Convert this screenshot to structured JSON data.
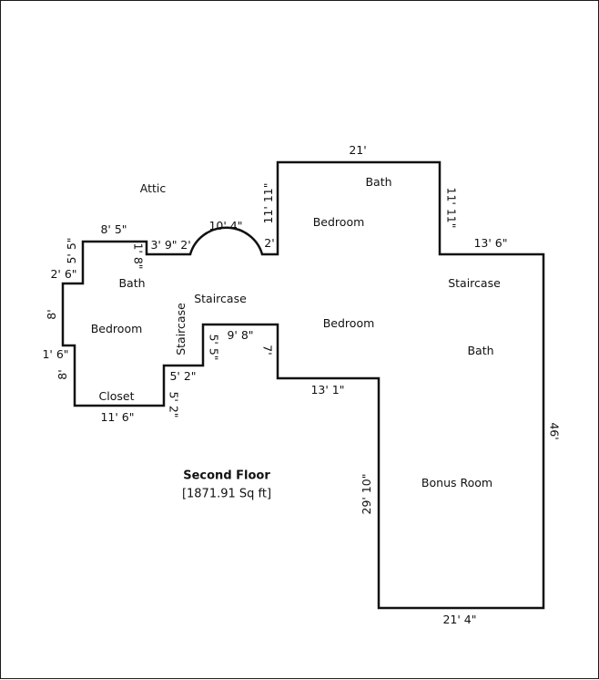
{
  "plan": {
    "title": "Second Floor",
    "area": "[1871.91 Sq ft]"
  },
  "rooms": {
    "attic": "Attic",
    "bath_top": "Bath",
    "bedroom_top": "Bedroom",
    "staircase_right": "Staircase",
    "bath_right": "Bath",
    "bedroom_mid": "Bedroom",
    "bath_left": "Bath",
    "bedroom_left": "Bedroom",
    "staircase_center": "Staircase",
    "staircase_vertical": "Staircase",
    "closet": "Closet",
    "bonus_room": "Bonus Room"
  },
  "dimensions": {
    "top_21": "21'",
    "top_right_11_11": "11' 11\"",
    "top_left_11_11": "11' 11\"",
    "two_ft_right": "2'",
    "arc_10_4": "10' 4\"",
    "seg_3_9": "3' 9\"",
    "seg_2": "2'",
    "seg_1_8": "1' 8\"",
    "seg_8_5": "8' 5\"",
    "seg_5_5_left": "5' 5\"",
    "seg_2_6": "2' 6\"",
    "seg_8_upper": "8'",
    "seg_1_6": "1' 6\"",
    "seg_8_lower": "8'",
    "seg_11_6": "11' 6\"",
    "seg_5_2_vert": "5' 2\"",
    "seg_5_2_horiz": "5' 2\"",
    "seg_5_5_mid": "5' 5\"",
    "seg_9_8": "9' 8\"",
    "seg_7": "7'",
    "seg_13_1": "13' 1\"",
    "seg_13_6": "13' 6\"",
    "seg_46": "46'",
    "seg_29_10": "29' 10\"",
    "seg_21_4": "21' 4\""
  },
  "colors": {
    "wall": "#111111",
    "background": "#ffffff"
  }
}
